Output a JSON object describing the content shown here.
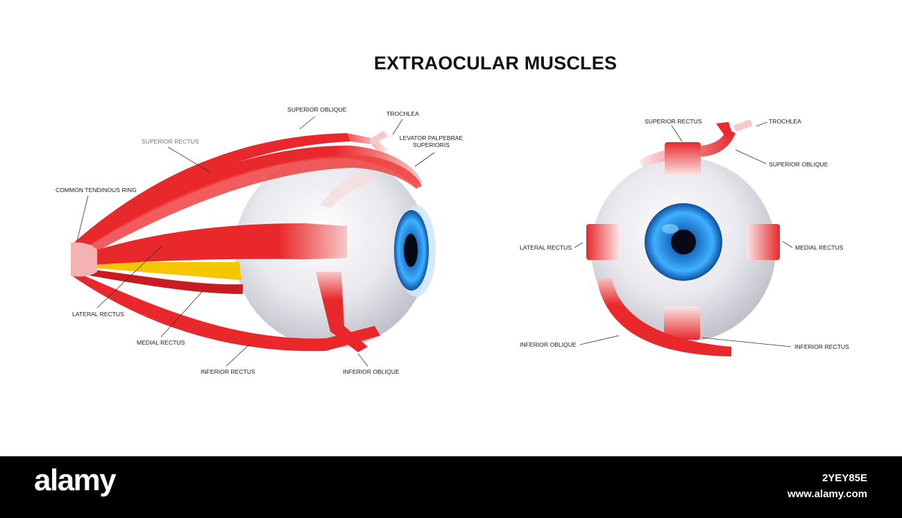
{
  "title": "EXTRAOCULAR MUSCLES",
  "side_view": {
    "labels": {
      "superior_oblique": "SUPERIOR  OBLIQUE",
      "trochlea": "TROCHLEA",
      "levator_line1": "LEVATOR PALPEBRAE",
      "levator_line2": "SUPERIORIS",
      "superior_rectus": "SUPERIOR RECTUS",
      "common_tendinous_ring": "COMMON TENDINOUS RING",
      "lateral_rectus": "LATERAL RECTUS",
      "medial_rectus": "MEDIAL RECTUS",
      "inferior_rectus": "INFERIOR RECTUS",
      "inferior_oblique": "INFERIOR OBLIQUE"
    }
  },
  "front_view": {
    "labels": {
      "superior_rectus": "SUPERIOR RECTUS",
      "trochlea": "TROCHLEA",
      "superior_oblique": "SUPERIOR  OBLIQUE",
      "lateral_rectus": "LATERAL RECTUS",
      "medial_rectus": "MEDIAL RECTUS",
      "inferior_oblique": "INFERIOR OBLIQUE",
      "inferior_rectus": "INFERIOR RECTUS"
    }
  },
  "colors": {
    "muscle": "#e8282a",
    "nerve": "#f7c600",
    "eyeball": "#e9e9ee",
    "iris": "#1e8fe0"
  },
  "footer": {
    "logo": "alamy",
    "image_id": "2YEY85E",
    "url": "www.alamy.com"
  }
}
